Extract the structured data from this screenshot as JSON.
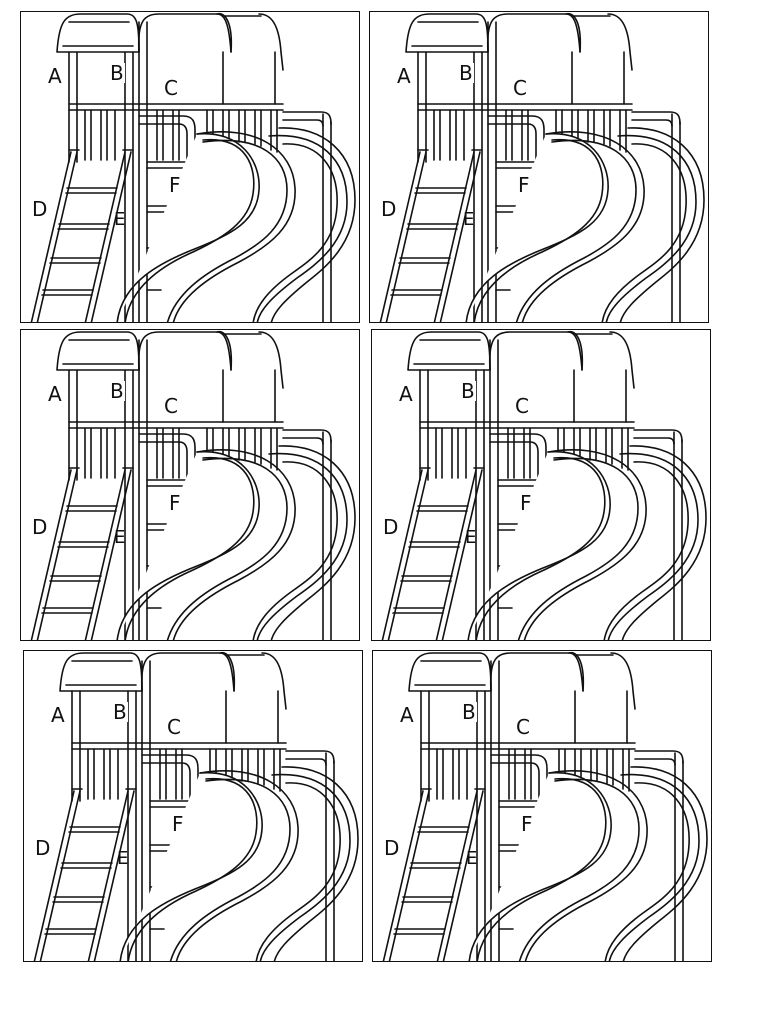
{
  "panels": [
    {
      "labels": {
        "a": "A",
        "b": "B",
        "c": "C",
        "d": "D",
        "e": "E",
        "f": "F"
      }
    },
    {
      "labels": {
        "a": "A",
        "b": "B",
        "c": "C",
        "d": "D",
        "e": "E",
        "f": "F"
      }
    },
    {
      "labels": {
        "a": "A",
        "b": "B",
        "c": "C",
        "d": "D",
        "e": "E",
        "f": "F"
      }
    },
    {
      "labels": {
        "a": "A",
        "b": "B",
        "c": "C",
        "d": "D",
        "e": "E",
        "f": "F"
      }
    },
    {
      "labels": {
        "a": "A",
        "b": "B",
        "c": "C",
        "d": "D",
        "e": "E",
        "f": "F"
      }
    },
    {
      "labels": {
        "a": "A",
        "b": "B",
        "c": "C",
        "d": "D",
        "e": "E",
        "f": "F"
      }
    }
  ]
}
